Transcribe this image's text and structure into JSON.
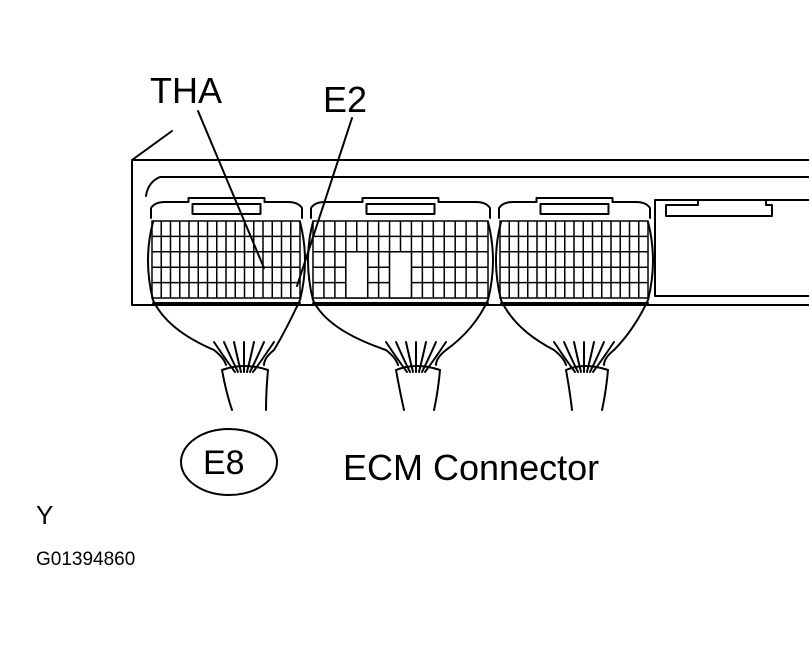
{
  "labels": {
    "tha": "THA",
    "e2": "E2",
    "connector_code": "E8",
    "title": "ECM Connector",
    "y": "Y",
    "figure_id": "G01394860"
  },
  "colors": {
    "ink": "#000000",
    "paper": "#ffffff"
  }
}
